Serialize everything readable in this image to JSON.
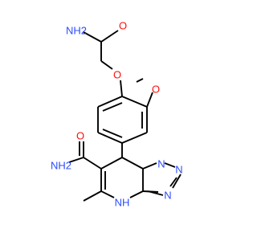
{
  "structure": {
    "colors": {
      "bond": "#000000",
      "carbon": "#000000",
      "oxygen": "#ff0d0d",
      "nitrogen": "#2b4cff"
    },
    "labels": {
      "nh2_amide_top": "NH2",
      "o_amide_top": "O",
      "o_ether": "O",
      "o_methoxy": "O",
      "nh2_amide_bottom": "NH2",
      "o_amide_bottom": "O",
      "n_triazole_1": "N",
      "n_triazole_2": "N",
      "n_triazole_3": "N",
      "nh_ring": "NH"
    }
  }
}
